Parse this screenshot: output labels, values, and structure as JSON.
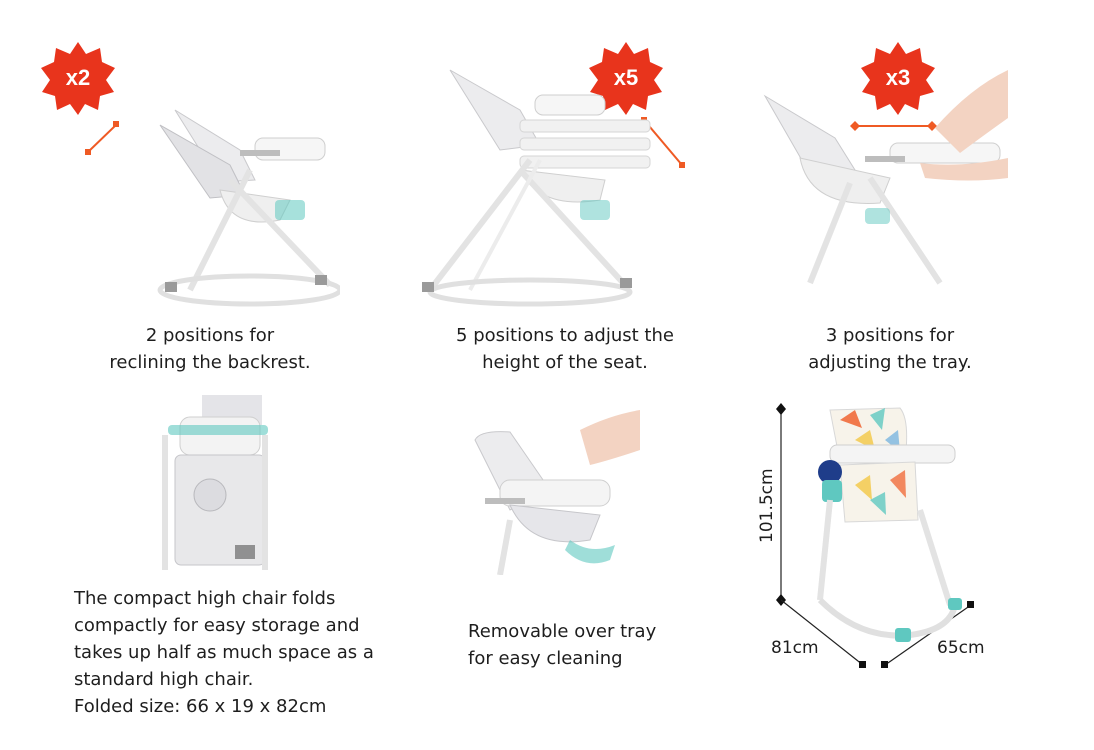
{
  "colors": {
    "badge_red": "#e8341c",
    "indicator_orange": "#ef5a24",
    "frame_gray": "#d8d8d8",
    "seat_fabric": "#ececee",
    "accent_teal": "#5fc8c0"
  },
  "features": [
    {
      "badge": "x2",
      "caption_lines": [
        "2 positions for",
        "reclining the backrest."
      ],
      "icon": "recline-chair-illustration"
    },
    {
      "badge": "x5",
      "caption_lines": [
        "5 positions to adjust the",
        "height of the seat."
      ],
      "icon": "height-adjust-chair-illustration"
    },
    {
      "badge": "x3",
      "caption_lines": [
        "3 positions for",
        "adjusting the tray."
      ],
      "icon": "tray-adjust-chair-illustration"
    }
  ],
  "fold": {
    "caption_lines": [
      "The compact high chair folds",
      "compactly for easy storage and",
      "takes up half as much space as a",
      "standard high chair.",
      "Folded size: 66 x 19 x 82cm"
    ]
  },
  "tray": {
    "caption_lines": [
      "Removable over tray",
      "for easy cleaning"
    ]
  },
  "dimensions": {
    "height": "101.5cm",
    "depth": "81cm",
    "width": "65cm"
  }
}
